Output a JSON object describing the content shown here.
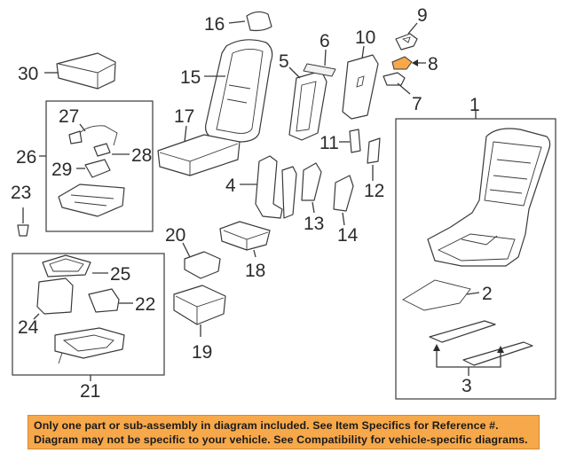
{
  "parts": {
    "p1": "1",
    "p2": "2",
    "p3": "3",
    "p4": "4",
    "p5": "5",
    "p6": "6",
    "p7": "7",
    "p8": "8",
    "p9": "9",
    "p10": "10",
    "p11": "11",
    "p12": "12",
    "p13": "13",
    "p14": "14",
    "p15": "15",
    "p16": "16",
    "p17": "17",
    "p18": "18",
    "p19": "19",
    "p20": "20",
    "p21": "21",
    "p22": "22",
    "p23": "23",
    "p24": "24",
    "p25": "25",
    "p26": "26",
    "p27": "27",
    "p28": "28",
    "p29": "29",
    "p30": "30"
  },
  "highlight_color": "#f7a84a",
  "highlighted_part": "8",
  "notice": {
    "line1": "Only one part or sub-assembly in diagram included. See Item Specifics for Reference #.",
    "line2": "Diagram may not be specific to your vehicle. See Compatibility for vehicle-specific diagrams."
  }
}
